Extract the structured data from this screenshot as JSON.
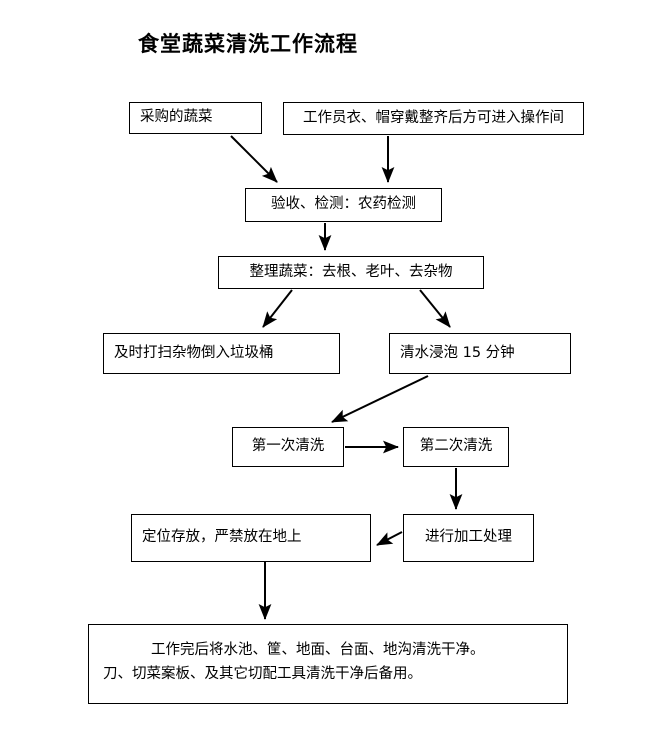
{
  "document": {
    "title": "食堂蔬菜清洗工作流程"
  },
  "flowchart": {
    "type": "flowchart",
    "nodes": [
      {
        "id": "purchase",
        "label": "采购的蔬菜"
      },
      {
        "id": "uniform",
        "label": "工作员衣、帽穿戴整齐后方可进入操作间"
      },
      {
        "id": "inspect",
        "label": "验收、检测：农药检测"
      },
      {
        "id": "trim",
        "label": "整理蔬菜：去根、老叶、去杂物"
      },
      {
        "id": "waste",
        "label": "及时打扫杂物倒入垃圾桶"
      },
      {
        "id": "soak",
        "label": "清水浸泡 15 分钟"
      },
      {
        "id": "wash_first",
        "label": "第一次清洗"
      },
      {
        "id": "wash_second",
        "label": "第二次清洗"
      },
      {
        "id": "store",
        "label": "定位存放，严禁放在地上"
      },
      {
        "id": "process",
        "label": "进行加工处理"
      },
      {
        "id": "cleanup",
        "line1": "工作完后将水池、筐、地面、台面、地沟清洗干净。",
        "line2": "刀、切菜案板、及其它切配工具清洗干净后备用。"
      }
    ],
    "edges": [
      {
        "from": "purchase",
        "to": "inspect",
        "style": "diagonal-down-right"
      },
      {
        "from": "uniform",
        "to": "inspect",
        "style": "vertical-down"
      },
      {
        "from": "inspect",
        "to": "trim",
        "style": "vertical-down"
      },
      {
        "from": "trim",
        "to": "waste",
        "style": "diagonal-down-left"
      },
      {
        "from": "trim",
        "to": "soak",
        "style": "diagonal-down-right"
      },
      {
        "from": "soak",
        "to": "wash_first",
        "style": "diagonal-down-left"
      },
      {
        "from": "wash_first",
        "to": "wash_second",
        "style": "horizontal-right"
      },
      {
        "from": "wash_second",
        "to": "process",
        "style": "vertical-down"
      },
      {
        "from": "process",
        "to": "store",
        "style": "diagonal-left"
      },
      {
        "from": "store",
        "to": "cleanup",
        "style": "vertical-down"
      }
    ],
    "colors": {
      "stroke": "#000000",
      "fill": "#ffffff",
      "text": "#000000"
    }
  }
}
